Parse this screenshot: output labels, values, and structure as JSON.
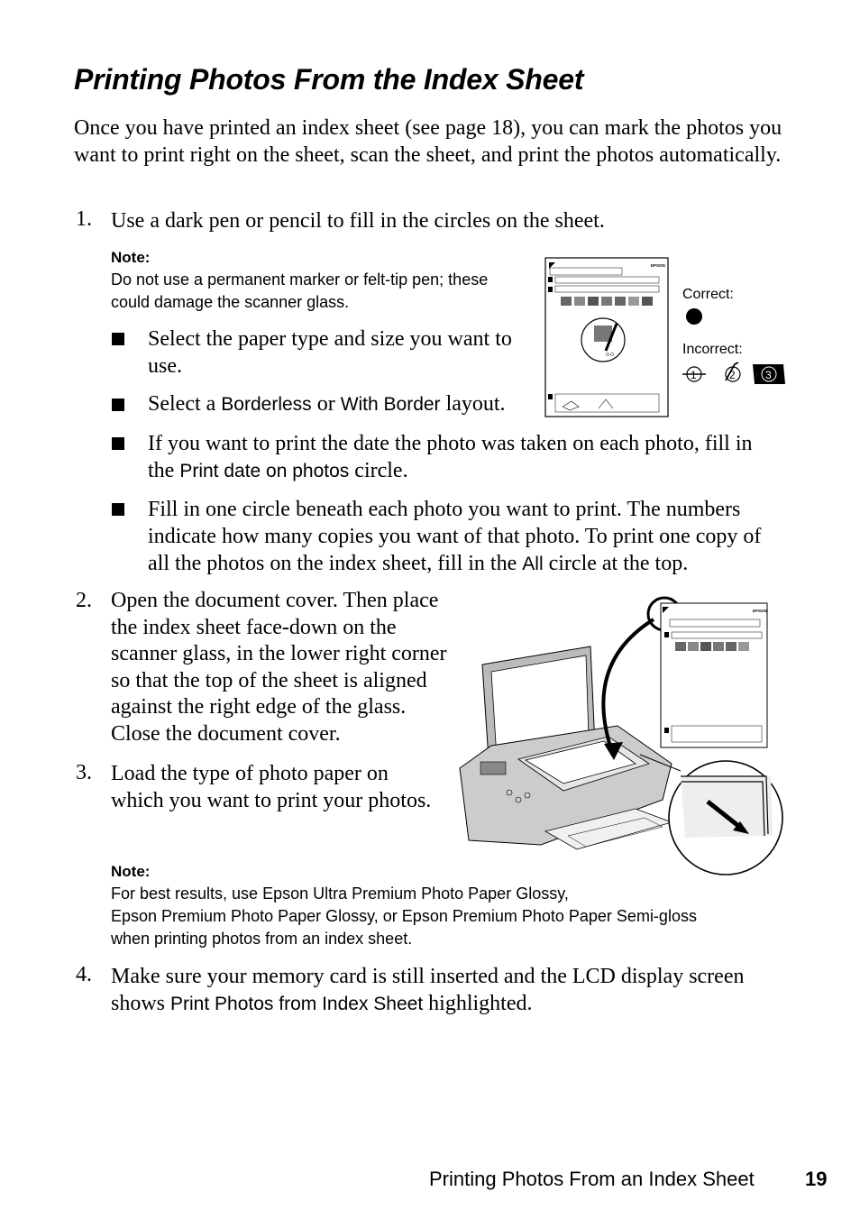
{
  "title": "Printing Photos From the Index Sheet",
  "intro": "Once you have printed an index sheet (see page 18), you can mark the photos you want to print right on the sheet, scan the sheet, and print the photos automatically.",
  "steps": [
    {
      "number": "1.",
      "text": "Use a dark pen or pencil to fill in the circles on the sheet."
    },
    {
      "number": "2.",
      "text": "Open the document cover. Then place the index sheet face-down on the scanner glass, in the lower right corner so that the top of the sheet is aligned against the right edge of the glass. Close the document cover."
    },
    {
      "number": "3.",
      "text": "Load the type of photo paper on which you want to print your photos."
    },
    {
      "number": "4.",
      "before": "Make sure your memory card is still inserted and the LCD display screen shows ",
      "ui": "Print Photos from Index Sheet",
      "after": " highlighted."
    }
  ],
  "note1": {
    "heading": "Note:",
    "text": "Do not use a permanent marker or felt-tip pen; these could damage the scanner glass."
  },
  "bullets": {
    "b1": "Select the paper type and size you want to use.",
    "b2_before": "Select a ",
    "b2_ui1": "Borderless",
    "b2_mid": " or ",
    "b2_ui2": "With Border",
    "b2_after": " layout.",
    "b3_before": "If you want to print the date the photo was taken on each photo, fill in the ",
    "b3_ui": "Print date on photos",
    "b3_after": " circle.",
    "b4_before": "Fill in one circle beneath each photo you want to print. The numbers indicate how many copies you want of that photo. To print one copy of all the photos on the index sheet, fill in the ",
    "b4_ui": "All",
    "b4_after": " circle at the top."
  },
  "figure1": {
    "correct_label": "Correct:",
    "incorrect_label": "Incorrect:",
    "sheet_brand": "EPSON"
  },
  "figure2": {
    "sheet_brand": "EPSON"
  },
  "note2": {
    "heading": "Note:",
    "line1": "For best results, use Epson Ultra Premium Photo Paper Glossy,",
    "line2": "Epson Premium Photo Paper Glossy, or Epson Premium Photo Paper Semi-gloss",
    "line3": "when printing photos from an index sheet."
  },
  "footer": {
    "section": "Printing Photos From an Index Sheet",
    "page": "19"
  }
}
